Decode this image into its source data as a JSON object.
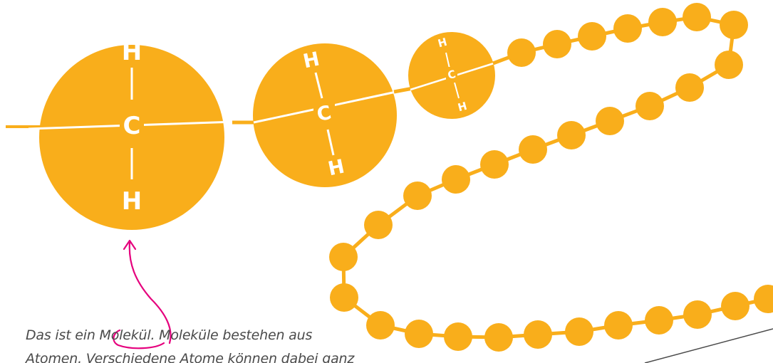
{
  "colors": {
    "molecule": "#F9AE1B",
    "bond": "#ffffff",
    "chain": "#F9AE1B",
    "annotation": "#E5007D",
    "text": "#4a4a4a",
    "background": "#ffffff"
  },
  "molecules": [
    {
      "top": "H",
      "center": "C",
      "bottom": "H"
    },
    {
      "top": "H",
      "center": "C",
      "bottom": "H"
    },
    {
      "top": "H",
      "center": "C",
      "bottom": "H"
    }
  ],
  "caption": {
    "before": "Das ist ein ",
    "highlight": "Molekül.",
    "after": " Moleküle bestehen aus",
    "line2": "Atomen. Verschiedene Atome können dabei ganz"
  }
}
